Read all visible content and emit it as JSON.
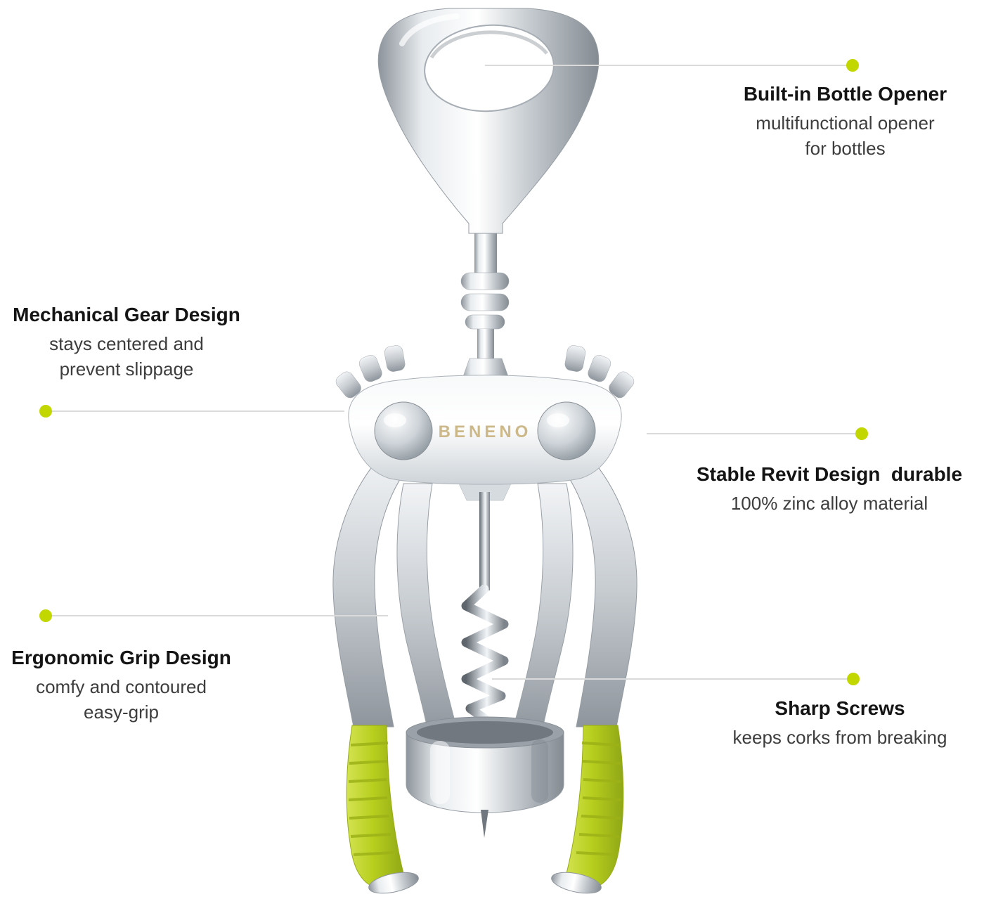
{
  "brand": "BENENO",
  "colors": {
    "accent": "#c2d600",
    "grip_green": "#b8cf1e",
    "callout_line": "#dadada",
    "title_text": "#141414",
    "sub_text": "#3d3d3d",
    "brand_gold": "#cdb88a"
  },
  "callouts": {
    "bottle_opener": {
      "title": "Built-in Bottle Opener",
      "lines": [
        "multifunctional opener",
        "for bottles"
      ]
    },
    "gear": {
      "title": "Mechanical Gear Design",
      "lines": [
        "stays centered and",
        "prevent slippage"
      ]
    },
    "rivet": {
      "title": "Stable Revit Design  durable",
      "lines": [
        "100% zinc alloy material"
      ]
    },
    "grip": {
      "title": "Ergonomic Grip Design",
      "lines": [
        "comfy and contoured",
        "easy-grip"
      ]
    },
    "screws": {
      "title": "Sharp Screws",
      "lines": [
        "keeps corks from breaking"
      ]
    }
  }
}
